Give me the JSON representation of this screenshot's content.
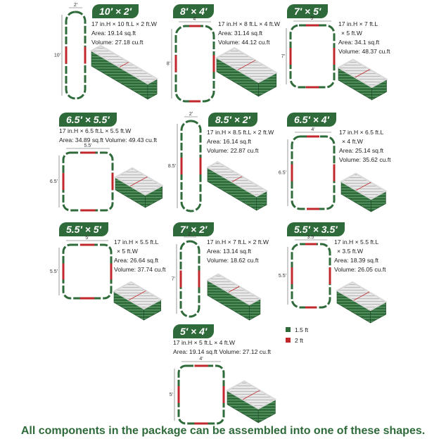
{
  "colors": {
    "green": "#2f6b3a",
    "red": "#c0282c",
    "frame": "#2f6b3a"
  },
  "shapes": [
    {
      "id": "10x2",
      "title": "10′ × 2′",
      "lines": [
        "17 in.H × 10 ft.L × 2 ft.W",
        "Area: 19.14 sq.ft",
        "Volume: 27.18 cu.ft"
      ],
      "dim_w": "2'",
      "dim_h": "10'"
    },
    {
      "id": "8x4",
      "title": "8′ × 4′",
      "lines": [
        "17 in.H × 8 ft.L × 4 ft.W",
        "Area: 31.14 sq.ft",
        "Volume: 44.12 cu.ft"
      ],
      "dim_w": "4'",
      "dim_h": "8'"
    },
    {
      "id": "7x5",
      "title": "7′ × 5′",
      "lines": [
        "17 in.H × 7 ft.L",
        "× 5 ft.W",
        "Area: 34.1 sq.ft",
        "Volume: 48.37 cu.ft"
      ],
      "dim_w": "5'",
      "dim_h": "7'"
    },
    {
      "id": "6.5x5.5",
      "title": "6.5′ × 5.5′",
      "lines": [
        "17 in.H × 6.5 ft.L × 5.5 ft.W",
        "Area: 34.89 sq.ft Volume: 49.43 cu.ft"
      ],
      "dim_w": "5.5'",
      "dim_h": "6.5'"
    },
    {
      "id": "8.5x2",
      "title": "8.5′ × 2′",
      "lines": [
        "17 in.H × 8.5 ft.L × 2 ft.W",
        "Area: 16.14 sq.ft",
        "Volume: 22.87 cu.ft"
      ],
      "dim_w": "2'",
      "dim_h": "8.5'"
    },
    {
      "id": "6.5x4",
      "title": "6.5′ × 4′",
      "lines": [
        "17 in.H × 6.5 ft.L",
        "× 4 ft.W",
        "Area: 25.14 sq.ft",
        "Volume: 35.62 cu.ft"
      ],
      "dim_w": "4'",
      "dim_h": "6.5'"
    },
    {
      "id": "5.5x5",
      "title": "5.5′ × 5′",
      "lines": [
        "17 in.H × 5.5 ft.L",
        "× 5 ft.W",
        "Area: 26.64 sq.ft",
        "Volume: 37.74 cu.ft"
      ],
      "dim_w": "5'",
      "dim_h": "5.5'"
    },
    {
      "id": "7x2",
      "title": "7′ × 2′",
      "lines": [
        "17 in.H × 7 ft.L × 2 ft.W",
        "Area: 13.14 sq.ft",
        "Volume: 18.62 cu.ft"
      ],
      "dim_w": "2'",
      "dim_h": "7'"
    },
    {
      "id": "5.5x3.5",
      "title": "5.5′ × 3.5′",
      "lines": [
        "17 in.H × 5.5 ft.L",
        "× 3.5 ft.W",
        "Area: 18.39 sq.ft",
        "Volume: 26.05 cu.ft"
      ],
      "dim_w": "3.5'",
      "dim_h": "5.5'"
    },
    {
      "id": "5x4",
      "title": "5′ × 4′",
      "lines": [
        "17 in.H × 5 ft.L × 4 ft.W",
        "Area: 19.14 sq.ft Volume: 27.12 cu.ft"
      ],
      "dim_w": "4'",
      "dim_h": "5'"
    }
  ],
  "legend": [
    {
      "label": "1.5 ft",
      "color": "#2f6b3a"
    },
    {
      "label": "2 ft",
      "color": "#c0282c"
    }
  ],
  "footer": "All components in the package can be assembled into one of these shapes."
}
